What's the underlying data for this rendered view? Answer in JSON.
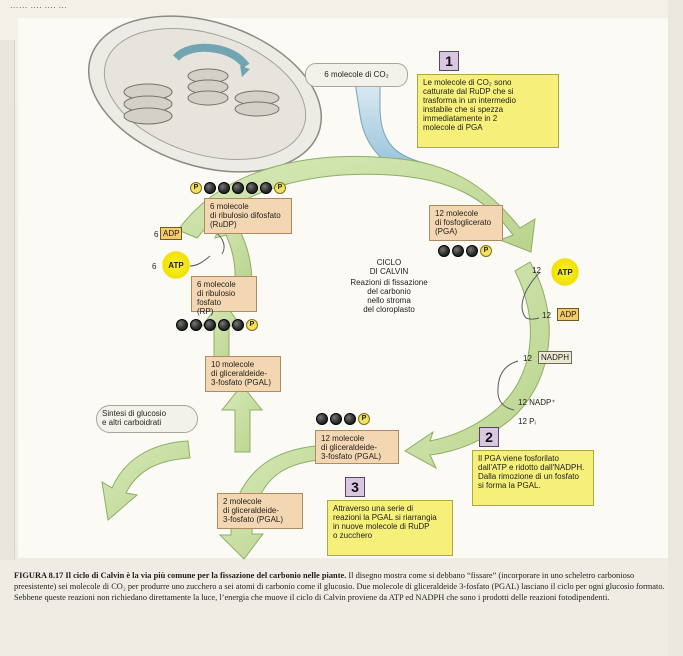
{
  "top_text": "……  ….  ….  …",
  "cycle": {
    "title": "CICLO\nDI CALVIN",
    "subtitle": "Reazioni di fissazione\ndel carbonio\nnello stroma\ndel cloroplasto"
  },
  "co2_box": "6 molecole di CO₂",
  "ribulose_diphosphate_box": "6 molecole\ndi ribulosio difosfato\n(RuDP)",
  "pga_box": "12 molecole\ndi fosfoglicerato\n(PGA)",
  "ribulose_phosphate_box": "6 molecole\ndi ribulosio fosfato\n(RP)",
  "pgal_10_box": "10 molecole\ndi gliceraldeide-\n3-fosfato (PGAL)",
  "pgal_12_box": "12 molecole\ndi gliceraldeide-\n3-fosfato (PGAL)",
  "pgal_2_box": "2 molecole\ndi gliceraldeide-\n3-fosfato (PGAL)",
  "glucose_box": "Sintesi di glucosio\ne altri carboidrati",
  "steps": [
    {
      "number": "1",
      "text": "Le molecole di CO₂ sono\ncatturate dal RuDP che si\ntrasforma in un intermedio\ninstabile che si spezza\nimmediatamente in 2\nmolecole di PGA"
    },
    {
      "number": "2",
      "text": "Il PGA viene fosforilato\ndall'ATP e ridotto dall'NADPH.\nDalla rimozione di un fosfato\nsi forma la PGAL."
    },
    {
      "number": "3",
      "text": "Attraverso una serie di\nreazioni la PGAL si riarrangia\nin nuove molecole di RuDP\no zucchero"
    }
  ],
  "labels": {
    "left_adp_count": "6",
    "left_adp": "ADP",
    "left_atp_count": "6",
    "left_atp": "ATP",
    "right_atp_count": "12",
    "right_atp": "ATP",
    "right_adp_count": "12",
    "right_adp": "ADP",
    "right_nadph_count": "12",
    "right_nadph": "NADPH",
    "right_nadp": "12 NADP⁺",
    "right_pi": "12 Pᵢ",
    "phosphate": "P"
  },
  "caption": {
    "bold": "FIGURA 8.17  Il ciclo di Calvin è la via più comune per la fissazione del carbonio nelle piante.",
    "text": " Il disegno mostra come si debbano “fissare” (incorporare in uno scheletro carbonioso preesistente) sei molecole di CO₂ per produrre uno zucchero a sei atomi di carbonio come il glucosio. Due molecole di gliceraldeide 3-fosfato (PGAL) lasciano il ciclo per ogni glucosio formato. Sebbene queste reazioni non richiedano direttamente la luce, l’energia che muove il ciclo di Calvin proviene da ATP ed NADPH che sono i prodotti delle reazioni fotodipendenti."
  },
  "colors": {
    "cycle_arrow": "#cfe6a8",
    "step_box": "#f6f07a",
    "molecule_box": "#f3d7b2",
    "atp_burst": "#f7f12a"
  }
}
